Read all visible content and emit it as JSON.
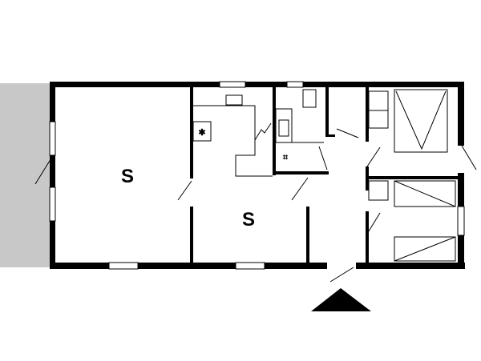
{
  "floor_plan": {
    "rooms": [
      {
        "id": "living-room",
        "label": "S"
      },
      {
        "id": "second-room",
        "label": "S"
      }
    ],
    "fixtures": {
      "stove_symbol": "✱",
      "drain_symbol": "⌗"
    },
    "colors": {
      "wall": "#000000",
      "terrace": "#c8c8c8",
      "background": "#ffffff"
    }
  }
}
